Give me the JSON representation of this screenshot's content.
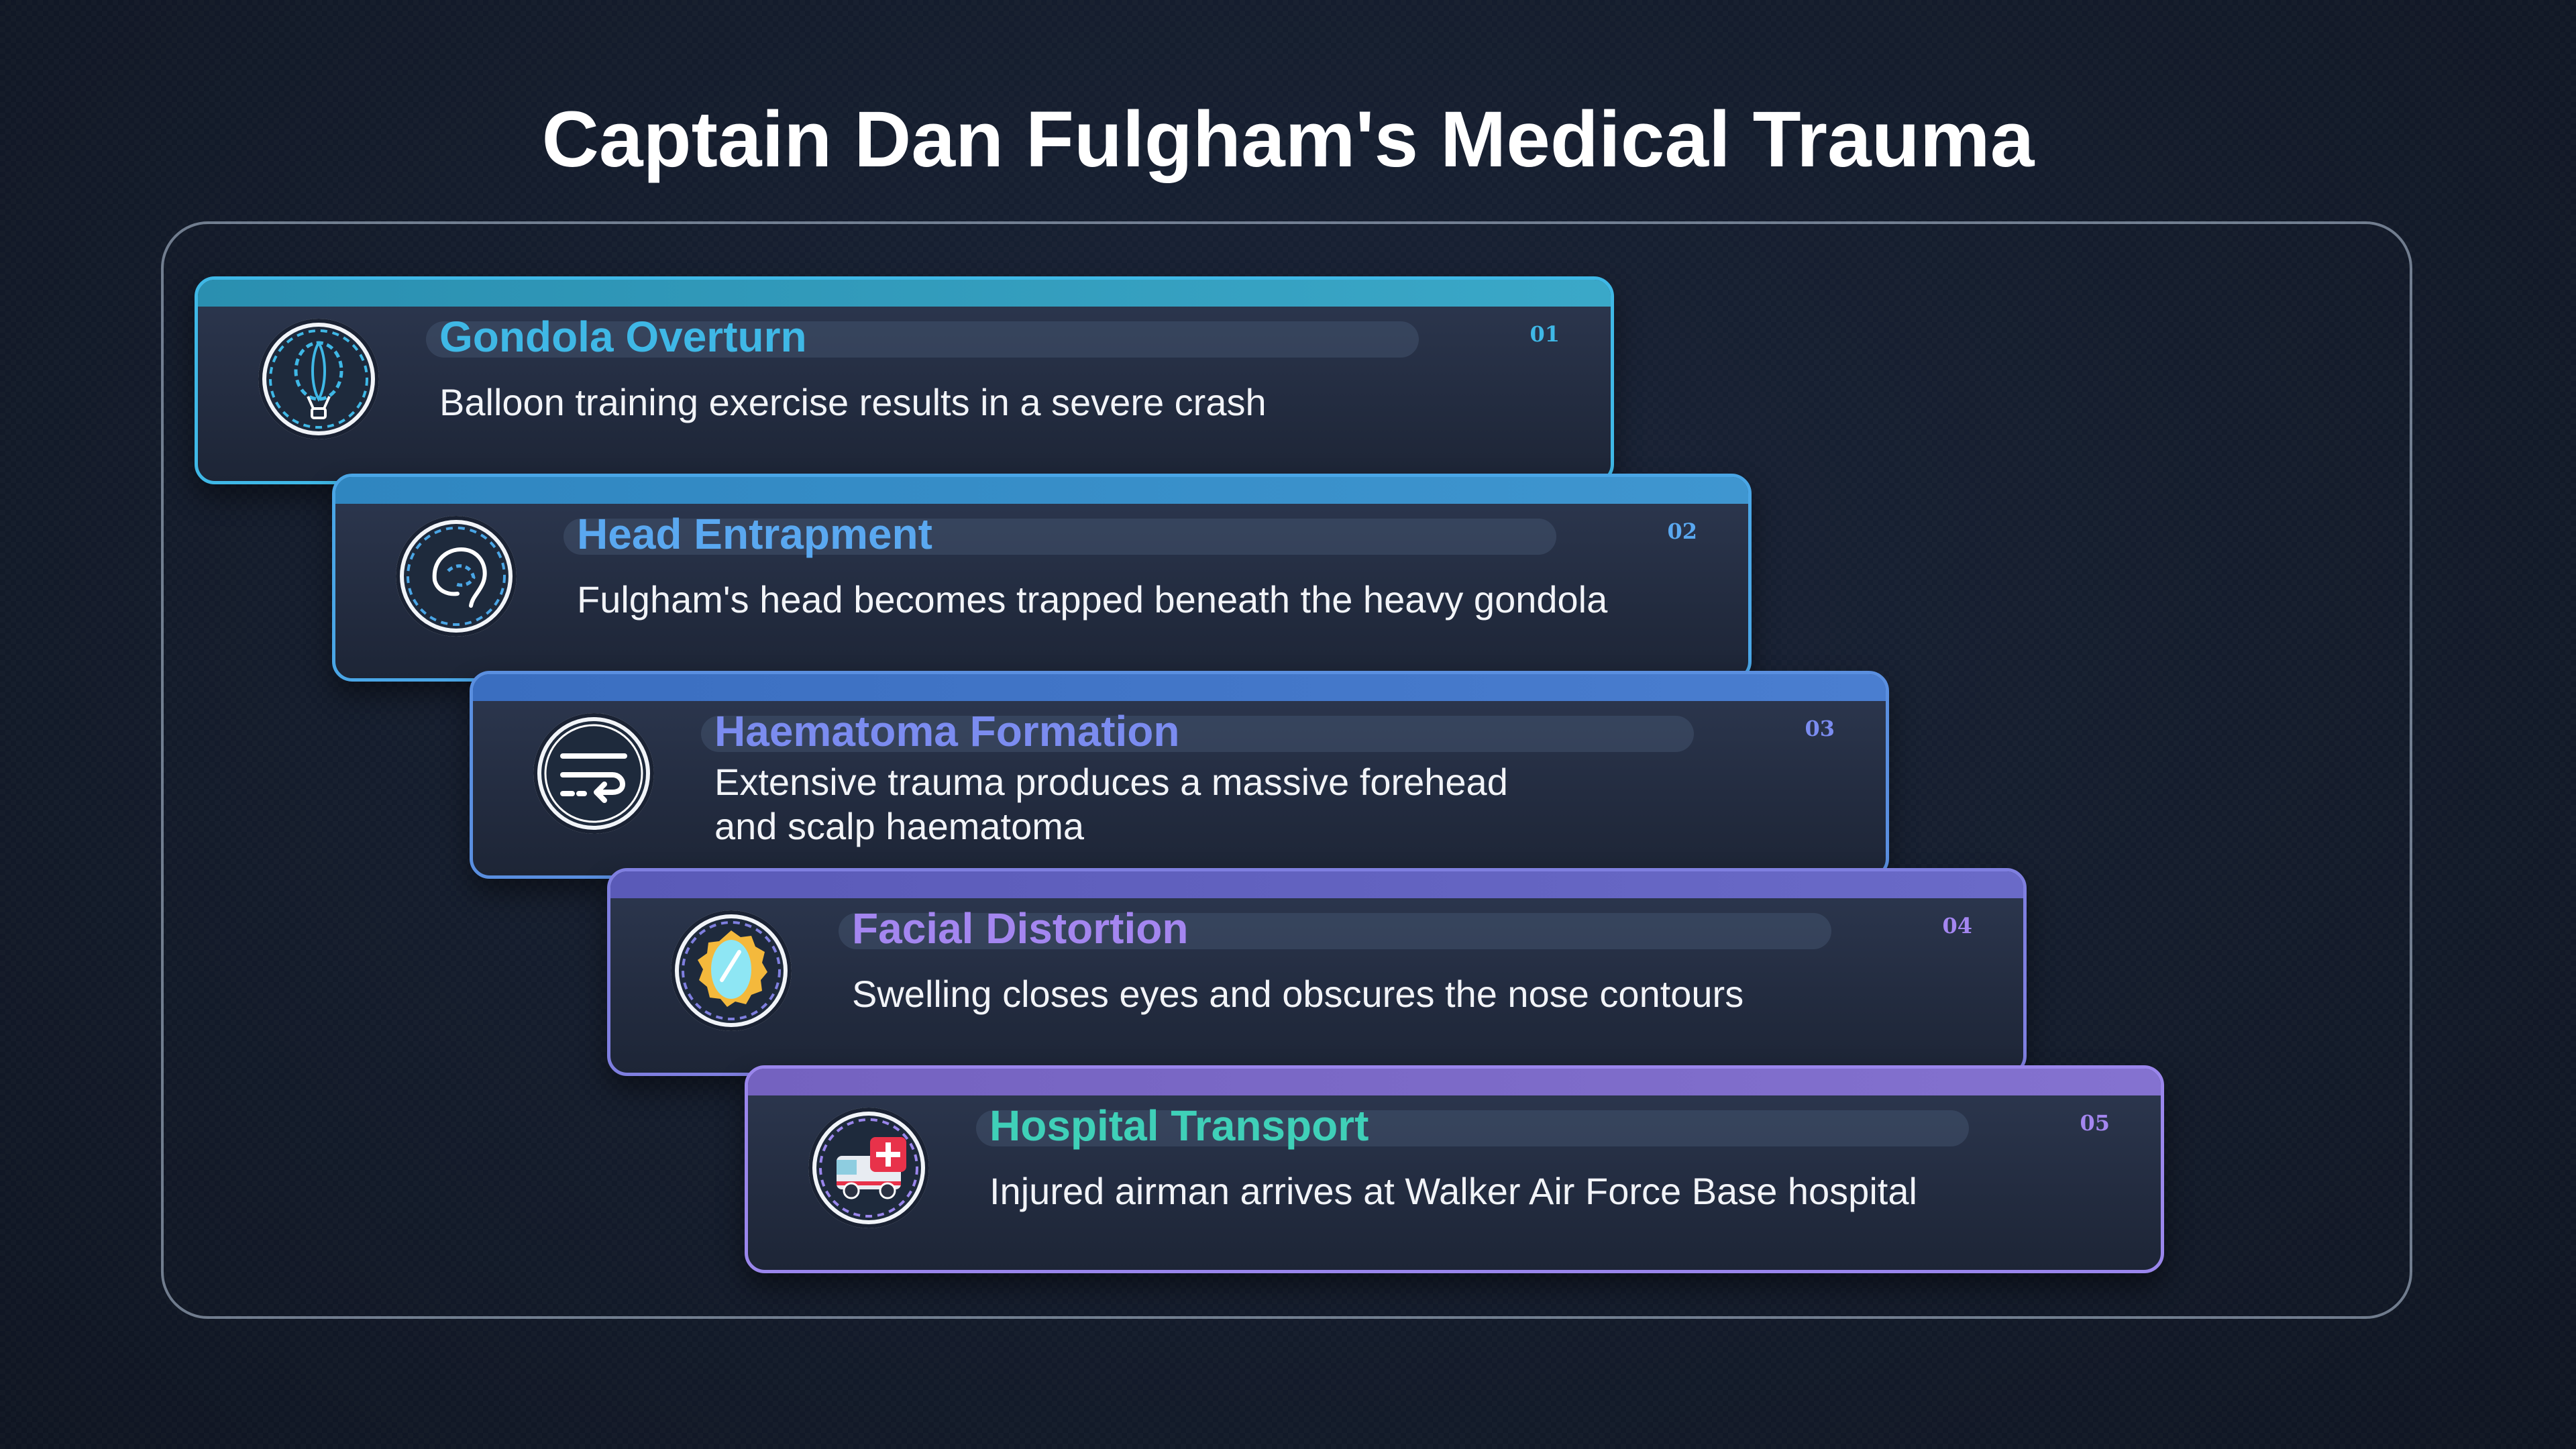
{
  "title": "Captain Dan Fulgham's Medical Trauma",
  "steps": [
    {
      "number": "01",
      "heading": "Gondola Overturn",
      "description": "Balloon training exercise results in a severe crash",
      "icon": "hot-air-balloon-icon",
      "accent": "#3fb8e6",
      "heading_color": "#3fb8e6"
    },
    {
      "number": "02",
      "heading": "Head Entrapment",
      "description": "Fulgham's head becomes trapped beneath the heavy gondola",
      "icon": "head-outline-icon",
      "accent": "#4aa6e6",
      "heading_color": "#5aa8f0"
    },
    {
      "number": "03",
      "heading": "Haematoma Formation",
      "description": "Extensive trauma produces a massive forehead and scalp haematoma",
      "icon": "text-wrap-icon",
      "accent": "#5a8fe0",
      "heading_color": "#7b8cf0"
    },
    {
      "number": "04",
      "heading": "Facial Distortion",
      "description": "Swelling closes eyes and obscures the nose contours",
      "icon": "mirror-icon",
      "accent": "#7f7fe0",
      "heading_color": "#a486f0"
    },
    {
      "number": "05",
      "heading": "Hospital Transport",
      "description": "Injured airman arrives at Walker Air Force Base hospital",
      "icon": "ambulance-icon",
      "accent": "#9a86ec",
      "heading_color": "#3fd0b8"
    }
  ]
}
